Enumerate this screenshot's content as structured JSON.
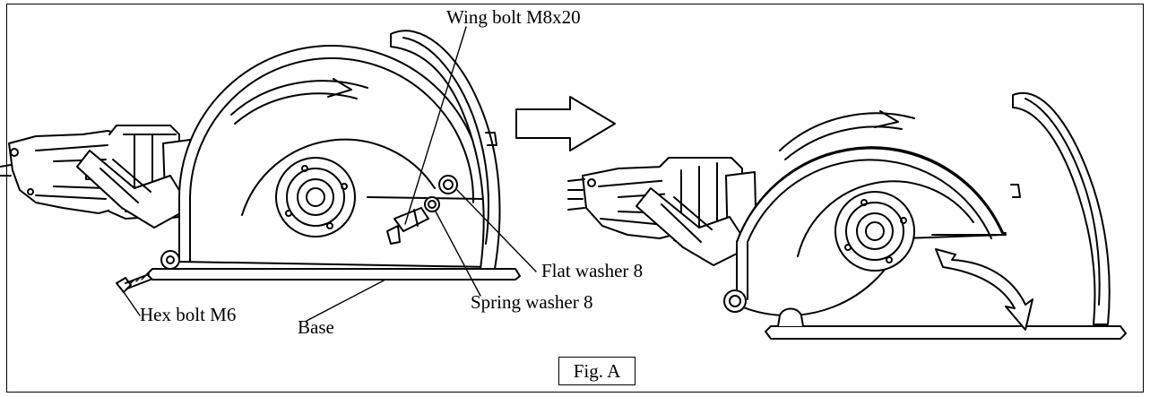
{
  "labels": {
    "wing_bolt": "Wing bolt M8x20",
    "flat_washer": "Flat washer 8",
    "spring_washer": "Spring washer 8",
    "hex_bolt": "Hex bolt M6",
    "base": "Base"
  },
  "caption": "Fig. A",
  "colors": {
    "line": "#000000",
    "background": "#ffffff"
  }
}
